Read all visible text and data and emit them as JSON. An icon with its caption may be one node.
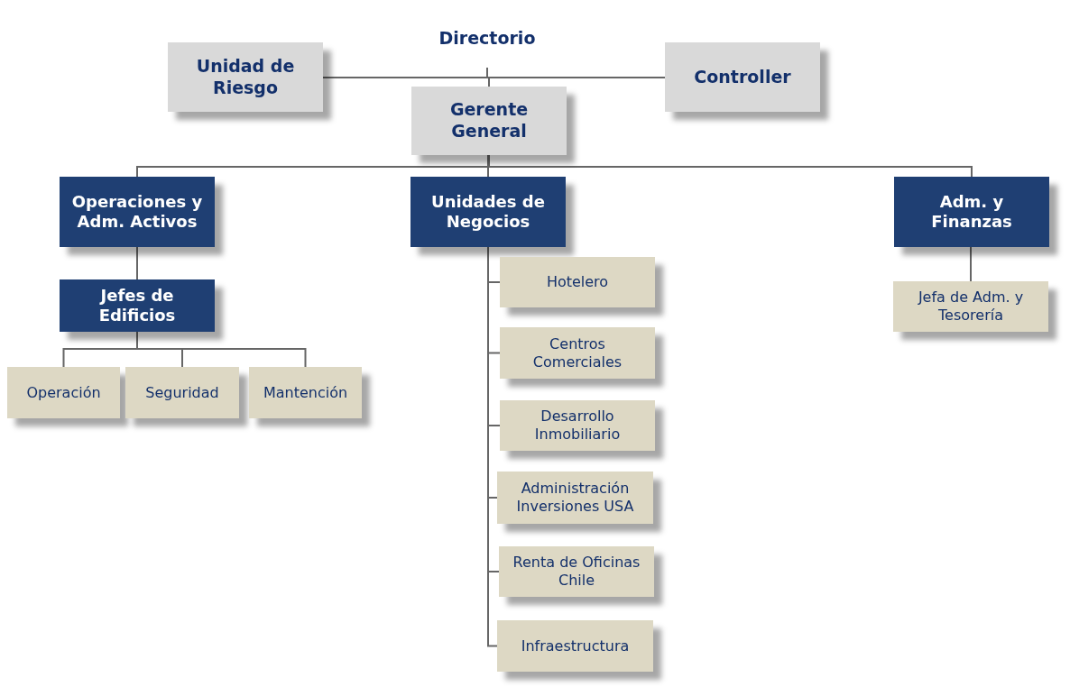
{
  "diagram": {
    "nodes": [
      {
        "text": [
          "Directorio"
        ]
      },
      {
        "text": [
          "Unidad de Riesgo"
        ]
      },
      {
        "text": [
          "Controller"
        ]
      },
      {
        "text": [
          "Gerente General"
        ]
      },
      {
        "text": [
          "Operaciones y Adm. Activos"
        ]
      },
      {
        "text": [
          "Unidades de Negocios"
        ]
      },
      {
        "text": [
          "Adm. y Finanzas"
        ]
      },
      {
        "text": [
          "Jefes de Edificios"
        ]
      },
      {
        "text": [
          "Operación"
        ]
      },
      {
        "text": [
          "Seguridad"
        ]
      },
      {
        "text": [
          "Mantención"
        ]
      },
      {
        "text": [
          "Hotelero"
        ]
      },
      {
        "text": [
          "Centros Comerciales"
        ]
      },
      {
        "text": [
          "Desarrollo Inmobiliario"
        ]
      },
      {
        "text": [
          "Administración Inversiones USA"
        ]
      },
      {
        "text": [
          "Renta de Oficinas Chile"
        ]
      },
      {
        "text": [
          "Infraestructura"
        ]
      },
      {
        "text": [
          "Jefa de Adm. y Tesorería"
        ]
      }
    ],
    "edges": [
      {
        "from": 0,
        "to": 1,
        "arrow": "none"
      },
      {
        "from": 0,
        "to": 2,
        "arrow": "none"
      },
      {
        "from": 0,
        "to": 3,
        "arrow": "none"
      },
      {
        "from": 3,
        "to": 4,
        "arrow": "none"
      },
      {
        "from": 3,
        "to": 5,
        "arrow": "none"
      },
      {
        "from": 3,
        "to": 6,
        "arrow": "none"
      },
      {
        "from": 4,
        "to": 7,
        "arrow": "none"
      },
      {
        "from": 7,
        "to": 8,
        "arrow": "none"
      },
      {
        "from": 7,
        "to": 9,
        "arrow": "none"
      },
      {
        "from": 7,
        "to": 10,
        "arrow": "none"
      },
      {
        "from": 5,
        "to": 11,
        "arrow": "none"
      },
      {
        "from": 5,
        "to": 12,
        "arrow": "none"
      },
      {
        "from": 5,
        "to": 13,
        "arrow": "none"
      },
      {
        "from": 5,
        "to": 14,
        "arrow": "none"
      },
      {
        "from": 5,
        "to": 15,
        "arrow": "none"
      },
      {
        "from": 5,
        "to": 16,
        "arrow": "none"
      },
      {
        "from": 6,
        "to": 17,
        "arrow": "none"
      }
    ]
  }
}
